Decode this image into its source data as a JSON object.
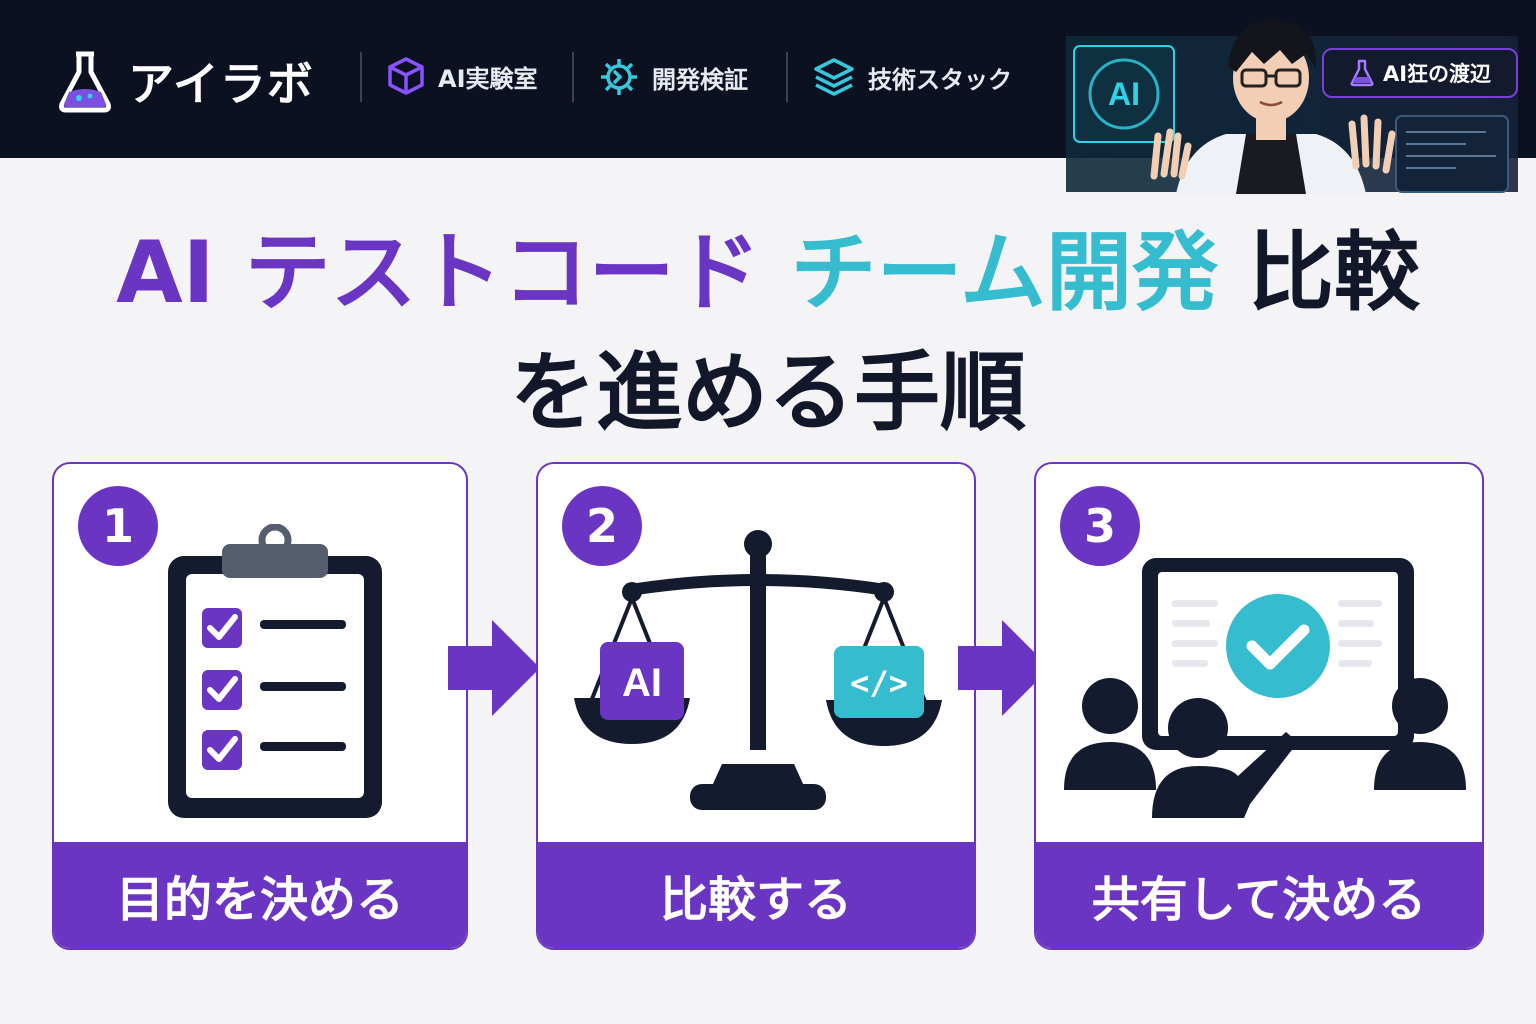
{
  "header": {
    "logo_text": "アイラボ",
    "nav": [
      {
        "label": "AI実験室",
        "icon": "cube-icon"
      },
      {
        "label": "開発検証",
        "icon": "gear-icon"
      },
      {
        "label": "技術スタック",
        "icon": "layers-icon"
      }
    ],
    "hero_screen_text": "AI",
    "badge_label": "AI狂の渡辺"
  },
  "title": {
    "line1_part1": "AI テストコード",
    "line1_part2": "チーム開発",
    "line1_part3": "比較",
    "line2": "を進める手順"
  },
  "steps": [
    {
      "number": "1",
      "label": "目的を決める",
      "icon": "clipboard-checklist-icon"
    },
    {
      "number": "2",
      "label": "比較する",
      "icon": "balance-scale-icon",
      "left_tag": "AI",
      "right_tag": "</>"
    },
    {
      "number": "3",
      "label": "共有して決める",
      "icon": "team-presentation-icon"
    }
  ],
  "colors": {
    "header_bg": "#0b1120",
    "purple": "#6b35c4",
    "teal": "#36bccf",
    "dark": "#121829",
    "page_bg": "#f4f4f7"
  }
}
